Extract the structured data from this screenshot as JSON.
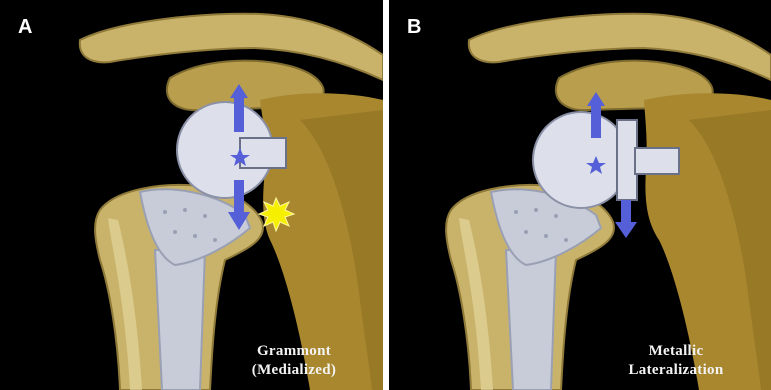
{
  "panels": [
    {
      "letter": "A",
      "caption_line1": "Grammont",
      "caption_line2": "(Medialized)",
      "impingement_marker": "yellow-star-burst"
    },
    {
      "letter": "B",
      "caption_line1": "Metallic",
      "caption_line2": "Lateralization"
    }
  ],
  "colors": {
    "bone": "#c9b36b",
    "bone_shadow": "#8f7a3a",
    "bone_highlight": "#e3d59a",
    "scapula": "#a8872f",
    "implant": "#c8ccd8",
    "implant_shadow": "#9aa0b3",
    "arrow": "#5560d8",
    "impingement": "#f6f000",
    "background": "#000000"
  }
}
